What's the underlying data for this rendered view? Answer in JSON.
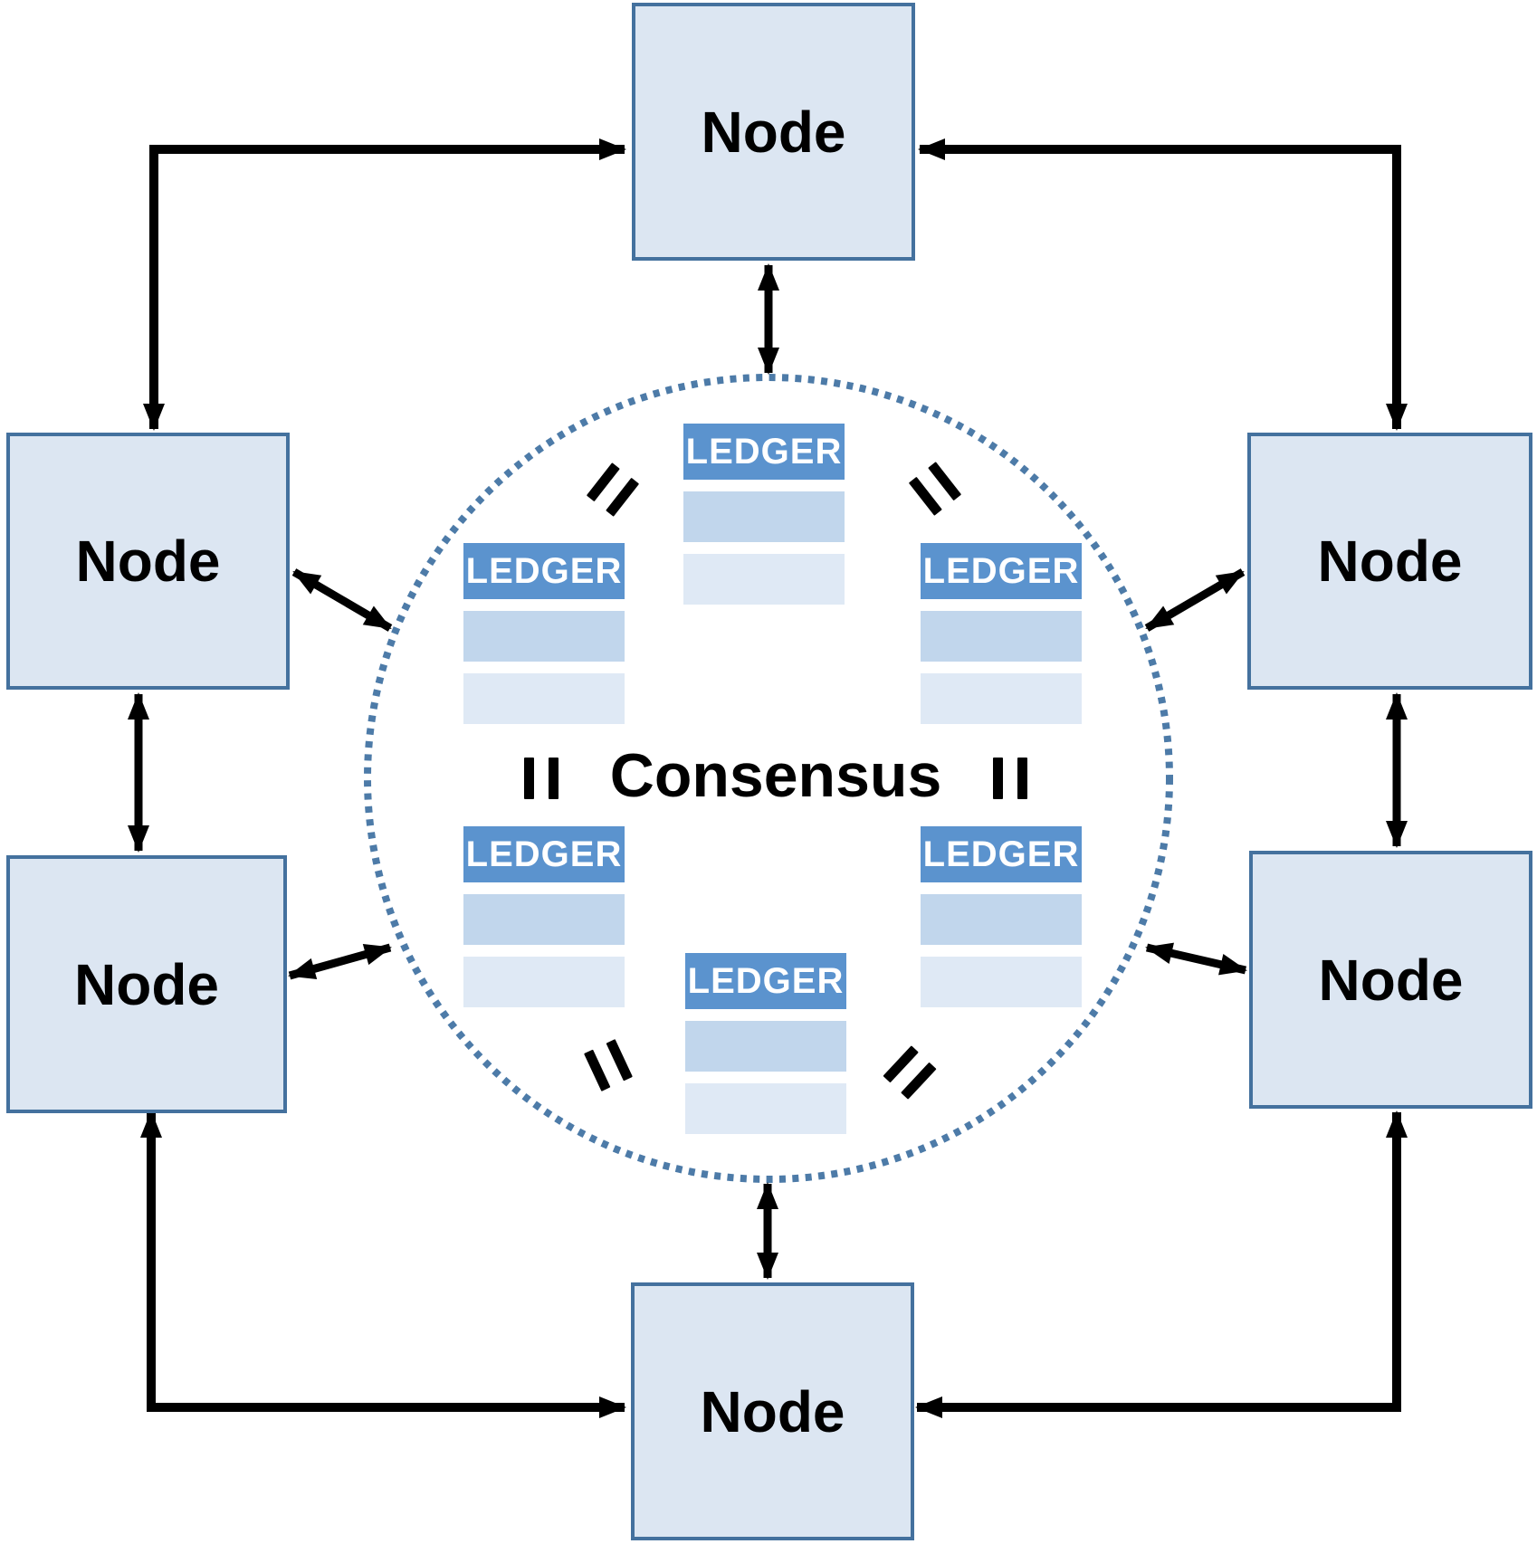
{
  "nodes": [
    {
      "position": "top",
      "label": "Node"
    },
    {
      "position": "upper-left",
      "label": "Node"
    },
    {
      "position": "upper-right",
      "label": "Node"
    },
    {
      "position": "lower-left",
      "label": "Node"
    },
    {
      "position": "lower-right",
      "label": "Node"
    },
    {
      "position": "bottom",
      "label": "Node"
    }
  ],
  "center": {
    "label": "Consensus"
  },
  "ledgers": [
    {
      "position": "top-center",
      "label": "LEDGER",
      "rows": 2
    },
    {
      "position": "upper-left",
      "label": "LEDGER",
      "rows": 2
    },
    {
      "position": "upper-right",
      "label": "LEDGER",
      "rows": 2
    },
    {
      "position": "lower-left",
      "label": "LEDGER",
      "rows": 2
    },
    {
      "position": "lower-right",
      "label": "LEDGER",
      "rows": 2
    },
    {
      "position": "bottom-center",
      "label": "LEDGER",
      "rows": 2
    }
  ],
  "icons": {
    "equals": "double-bar-equivalence-icon",
    "connector": "double-headed-arrow",
    "boundary": "dotted-circle"
  },
  "colors": {
    "node_fill": "#dce6f2",
    "node_border": "#44719e",
    "ledger_header": "#5b93ce",
    "ledger_row_primary": "#c1d6ec",
    "ledger_row_secondary": "#dfe9f5",
    "circle_dots": "#4d7ba8",
    "arrow": "#000000",
    "node_text": "#000000",
    "ledger_text": "#ffffff"
  }
}
